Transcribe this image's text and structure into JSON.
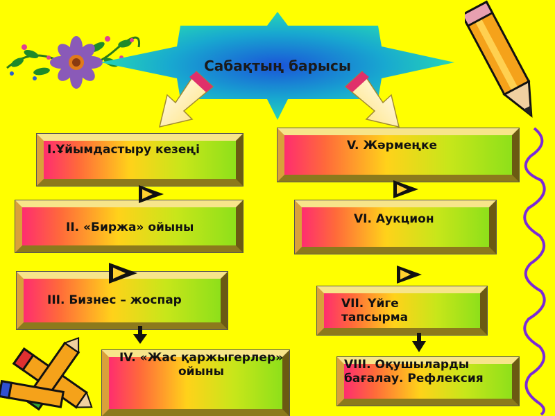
{
  "title": "Сабақтың барысы",
  "left_column": [
    "I.Ұйымдастыру кезеңі",
    "II. «Биржа» ойыны",
    "III. Бизнес – жоспар",
    "IV. «Жас қаржыгерлер» ойыны"
  ],
  "right_column": [
    "V. Жәрмеңке",
    "VI. Аукцион",
    "VII. Үйге тапсырма",
    "VIII. Оқушыларды бағалау. Рефлексия"
  ],
  "colors": {
    "background": "#ffff00",
    "title_star": "#1fd0b0",
    "title_center": "#1a6ad8"
  }
}
